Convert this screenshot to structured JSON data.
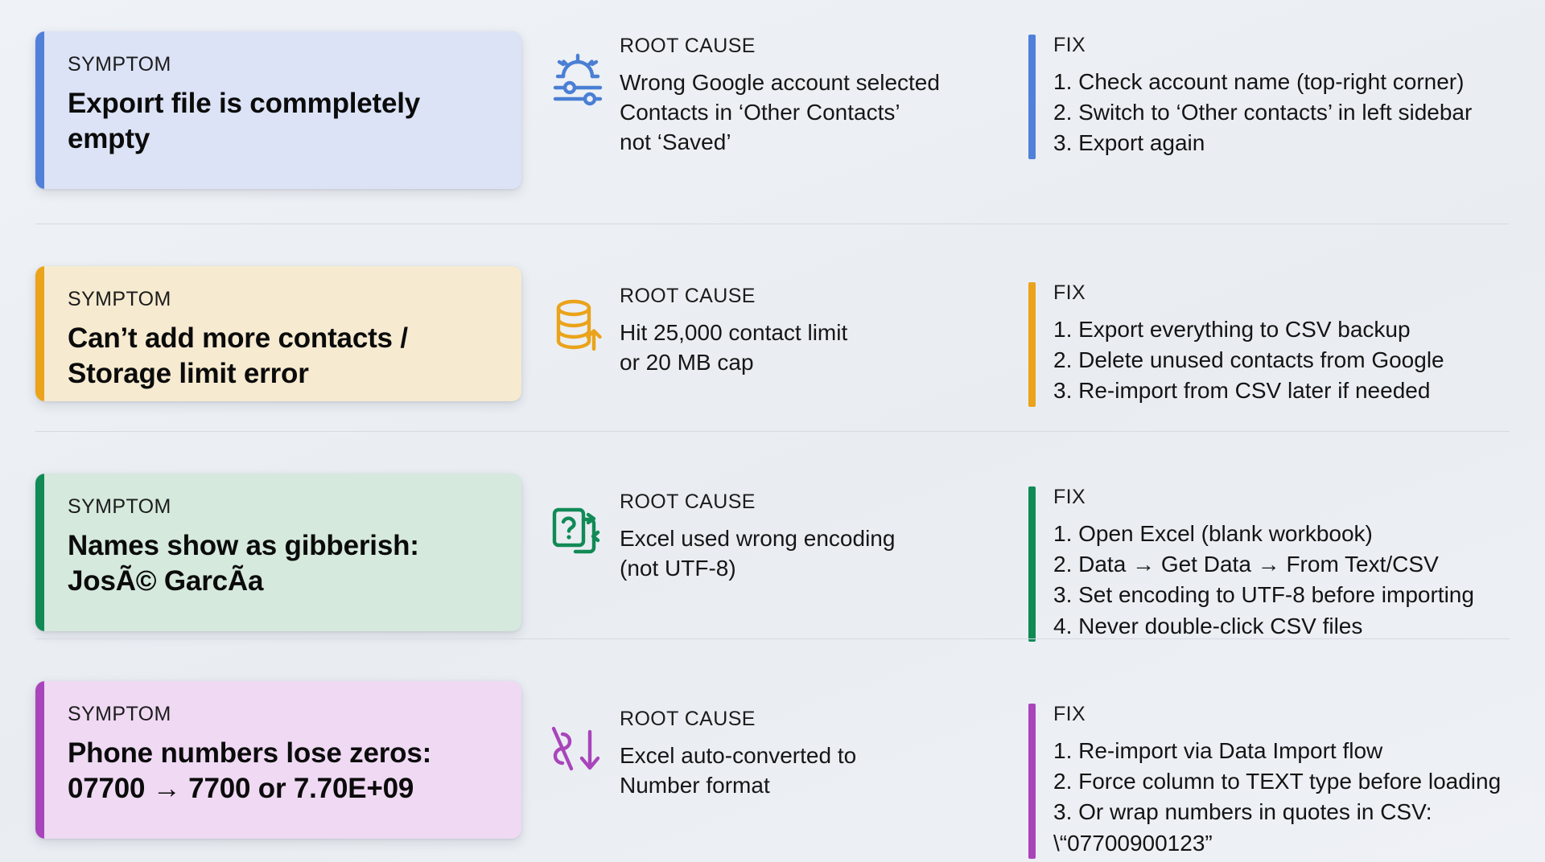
{
  "labels": {
    "symptom": "SYMPTOM",
    "root_cause": "ROOT CAUSE",
    "fix": "FIX"
  },
  "colors": {
    "background": "#eef1f5",
    "blue_accent": "#5080d8",
    "blue_card": "#dce3f6",
    "amber_accent": "#eaa31a",
    "amber_card": "#f6ead0",
    "green_accent": "#118a56",
    "green_card": "#d5e9dd",
    "purple_accent": "#a945bb",
    "purple_card": "#efd9f3",
    "divider": "#d6dbe1",
    "text": "#111111"
  },
  "rows": [
    {
      "accent": "#5080d8",
      "card_bg": "#dce3f6",
      "icon": "settings-sliders-icon",
      "symptom": "Expoırt file is\ncommpletely empty",
      "cause": "Wrong Google account selected\nContacts in ‘Other Contacts’\nnot ‘Saved’",
      "fix_steps": [
        "1. Check account name (top-right corner)",
        "2. Switch to ‘Other contacts’ in left sidebar",
        "3. Export again"
      ]
    },
    {
      "accent": "#eaa31a",
      "card_bg": "#f6ead0",
      "icon": "database-upload-icon",
      "symptom": "Can’t add more contacts /\nStorage limit error",
      "cause": "Hit 25,000 contact limit\nor 20 MB cap",
      "fix_steps": [
        "1. Export everything to CSV backup",
        "2. Delete unused contacts from Google",
        "3. Re-import from CSV later if needed"
      ]
    },
    {
      "accent": "#118a56",
      "card_bg": "#d5e9dd",
      "icon": "unknown-encoding-icon",
      "symptom": "Names show as gibberish:\nJosÃ© GarcÃ­a",
      "cause": "Excel used wrong encoding\n(not UTF-8)",
      "fix_steps": [
        "1. Open Excel (blank workbook)",
        "2. Data → Get Data → From Text/CSV",
        "3. Set encoding to UTF-8 before importing",
        "4. Never double-click CSV files"
      ]
    },
    {
      "accent": "#a945bb",
      "card_bg": "#efd9f3",
      "icon": "number-drop-icon",
      "symptom": "Phone numbers lose zeros:\n07700 → 7700 or 7.70E+09",
      "cause": "Excel auto-converted to\nNumber format",
      "fix_steps": [
        "1. Re-import via Data Import flow",
        "2. Force column to TEXT type before loading",
        "3. Or wrap numbers in quotes in CSV:\n    \\“07700900123”"
      ]
    }
  ]
}
